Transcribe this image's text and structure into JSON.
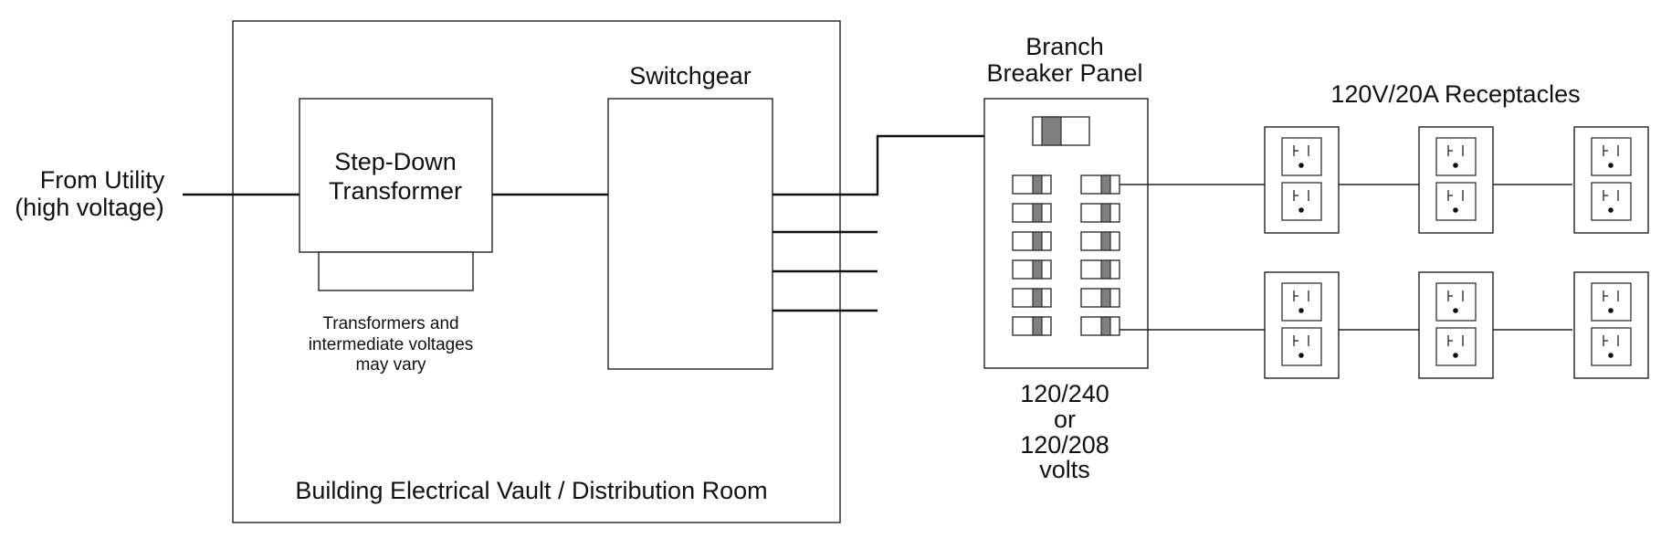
{
  "diagram": {
    "source_label": [
      "From Utility",
      "(high voltage)"
    ],
    "transformer_label": [
      "Step-Down",
      "Transformer"
    ],
    "transformer_note": [
      "Transformers and",
      "intermediate voltages",
      "may vary"
    ],
    "switchgear_label": "Switchgear",
    "vault_label": "Building Electrical Vault / Distribution Room",
    "panel_label": [
      "Branch",
      "Breaker Panel"
    ],
    "panel_voltage_label": [
      "120/240",
      "or",
      "120/208",
      "volts"
    ],
    "receptacles_label": "120V/20A Receptacles",
    "breaker_rows": 6,
    "breaker_columns": 2,
    "receptacle_rows": 2,
    "receptacles_per_row": 3,
    "colors": {
      "line": "#111111",
      "breaker_handle": "#808080",
      "background": "#ffffff"
    }
  }
}
